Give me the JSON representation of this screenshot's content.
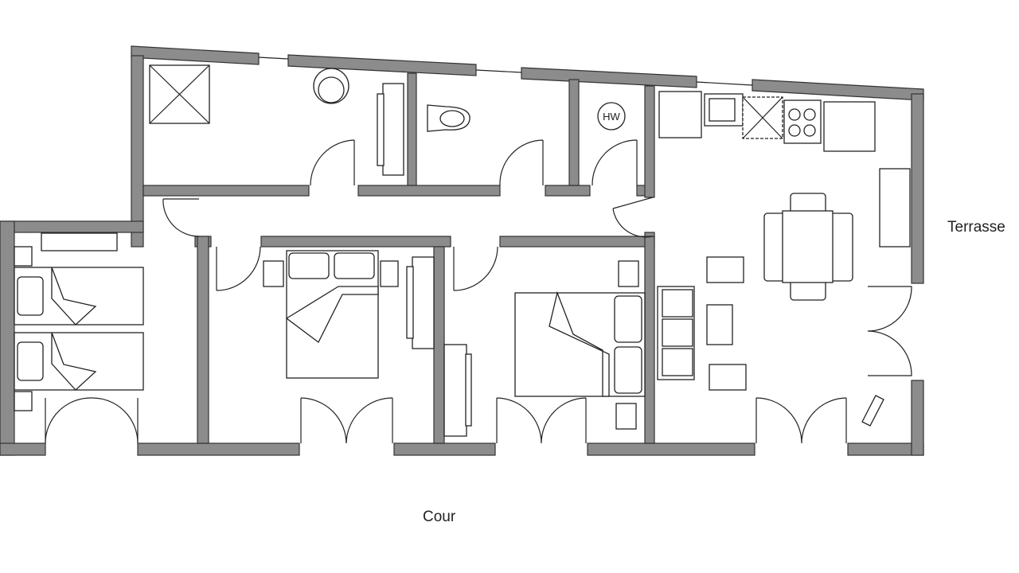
{
  "labels": {
    "terrace": "Terrasse",
    "courtyard": "Cour",
    "water_heater": "HW"
  },
  "colors": {
    "wall": "#8c8c8c",
    "line": "#222222",
    "background": "#ffffff"
  }
}
